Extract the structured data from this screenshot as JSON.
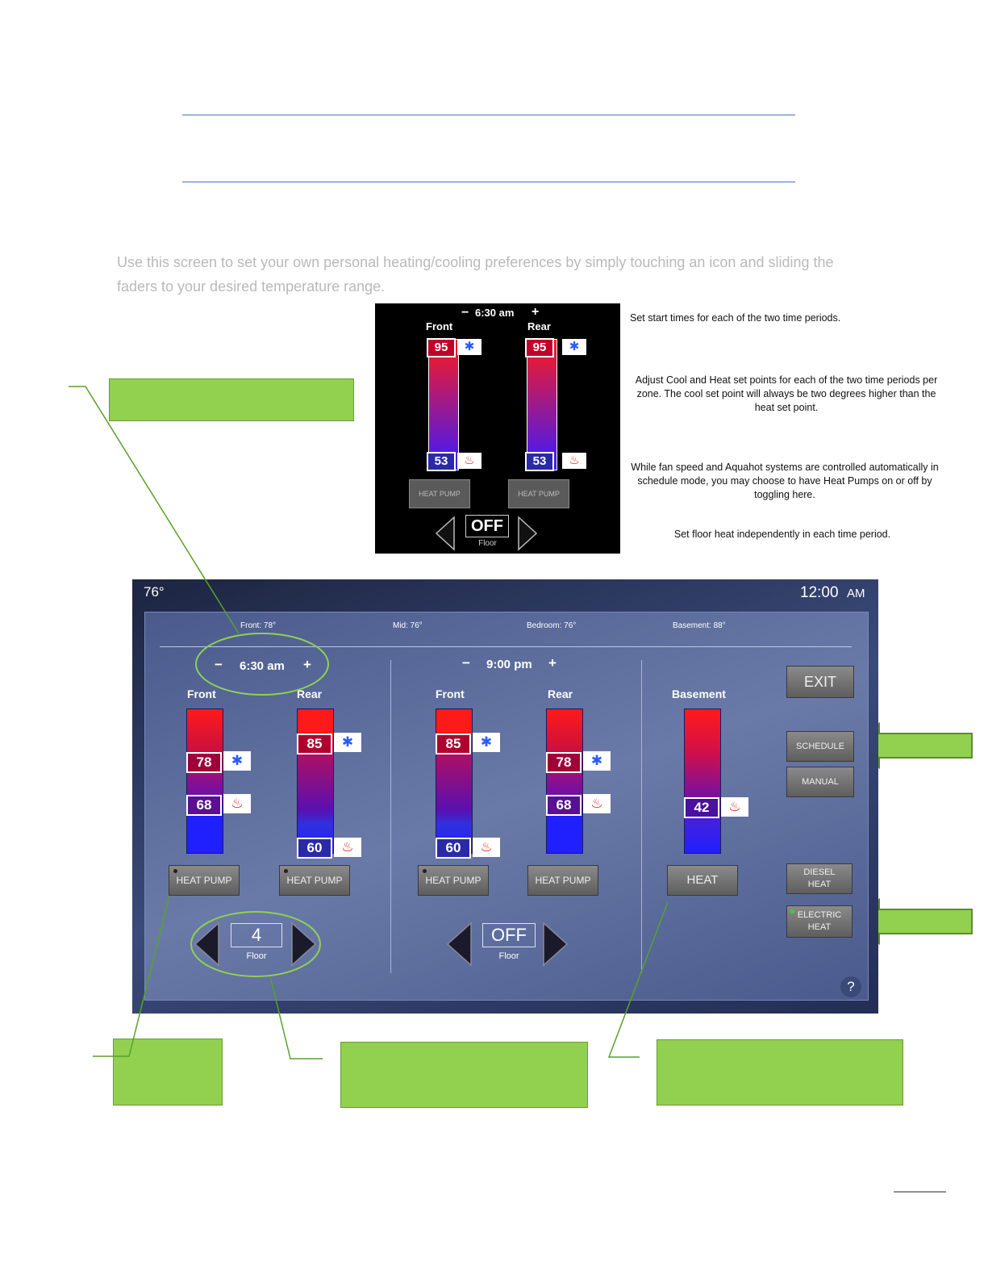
{
  "intro": {
    "text": "Use this screen to set your own personal heating/cooling preferences by simply touching an icon and sliding the faders to your desired temperature range."
  },
  "preview": {
    "time": "6:30 am",
    "minus": "−",
    "plus": "+",
    "zones": [
      {
        "name": "Front",
        "cool": "95",
        "heat": "53"
      },
      {
        "name": "Rear",
        "cool": "95",
        "heat": "53"
      }
    ],
    "heat_pump_label": "HEAT PUMP",
    "floor_value": "OFF",
    "floor_label": "Floor"
  },
  "annotations": [
    "Set start times for each of the two time periods.",
    "Adjust Cool and Heat set points for each of the two time periods per zone. The cool set point will always be two degrees higher than the heat set point.",
    "While fan speed and Aquahot systems are controlled automatically in schedule mode, you may choose to have Heat Pumps on or off by toggling here.",
    "Set floor heat independently in each time period."
  ],
  "main": {
    "temp": "76°",
    "clock": "12:00",
    "ampm": "AM",
    "readings": [
      "Front: 78°",
      "Mid: 76°",
      "Bedroom: 76°",
      "Basement: 88°"
    ],
    "periods": [
      {
        "time": "6:30 am",
        "zones": [
          {
            "name": "Front",
            "cool": "78",
            "heat": "68"
          },
          {
            "name": "Rear",
            "cool": "85",
            "heat": "60"
          }
        ],
        "floor_value": "4"
      },
      {
        "time": "9:00 pm",
        "zones": [
          {
            "name": "Front",
            "cool": "85",
            "heat": "60"
          },
          {
            "name": "Rear",
            "cool": "78",
            "heat": "68"
          }
        ],
        "floor_value": "OFF"
      }
    ],
    "floor_label": "Floor",
    "heat_pump_label": "HEAT PUMP",
    "basement": {
      "name": "Basement",
      "heat": "42",
      "heat_button": "HEAT"
    },
    "buttons": {
      "exit": "EXIT",
      "schedule": "SCHEDULE",
      "manual": "MANUAL",
      "diesel_1": "DIESEL",
      "diesel_2": "HEAT",
      "electric_1": "ELECTRIC",
      "electric_2": "HEAT",
      "help": "?"
    },
    "minus": "−",
    "plus": "+"
  },
  "colors": {
    "cool_badge": "#c0002a",
    "heat_badge": "#2a2aa8",
    "heat_badge_mid": "#5a1090",
    "green_box": "#92d050",
    "rule": "#4472c4"
  }
}
